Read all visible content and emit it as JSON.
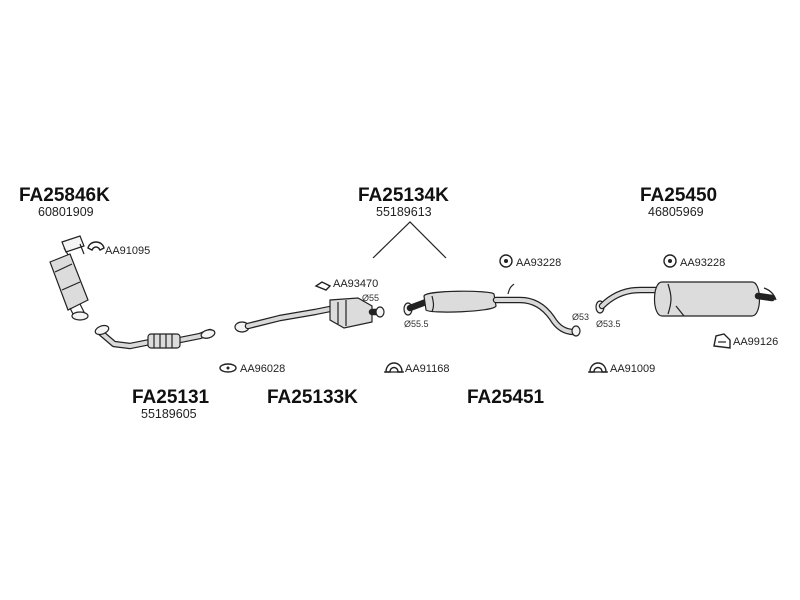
{
  "assemblies": [
    {
      "code": "FA25846K",
      "oe_number": "60801909"
    },
    {
      "code": "FA25134K",
      "oe_number": "55189613"
    },
    {
      "code": "FA25450",
      "oe_number": "46805969"
    },
    {
      "code": "FA25131",
      "oe_number": "55189605"
    },
    {
      "code": "FA25133K",
      "oe_number": ""
    },
    {
      "code": "FA25451",
      "oe_number": ""
    }
  ],
  "accessories": [
    {
      "code": "AA91095"
    },
    {
      "code": "AA93470"
    },
    {
      "code": "AA93228"
    },
    {
      "code": "AA93228"
    },
    {
      "code": "AA96028"
    },
    {
      "code": "AA91168"
    },
    {
      "code": "AA91009"
    },
    {
      "code": "AA99126"
    }
  ],
  "diameters": [
    "Ø55",
    "Ø55.5",
    "Ø53",
    "Ø53.5"
  ],
  "colors": {
    "line": "#222222",
    "part_body": "#dcdcdc",
    "background": "#ffffff"
  }
}
